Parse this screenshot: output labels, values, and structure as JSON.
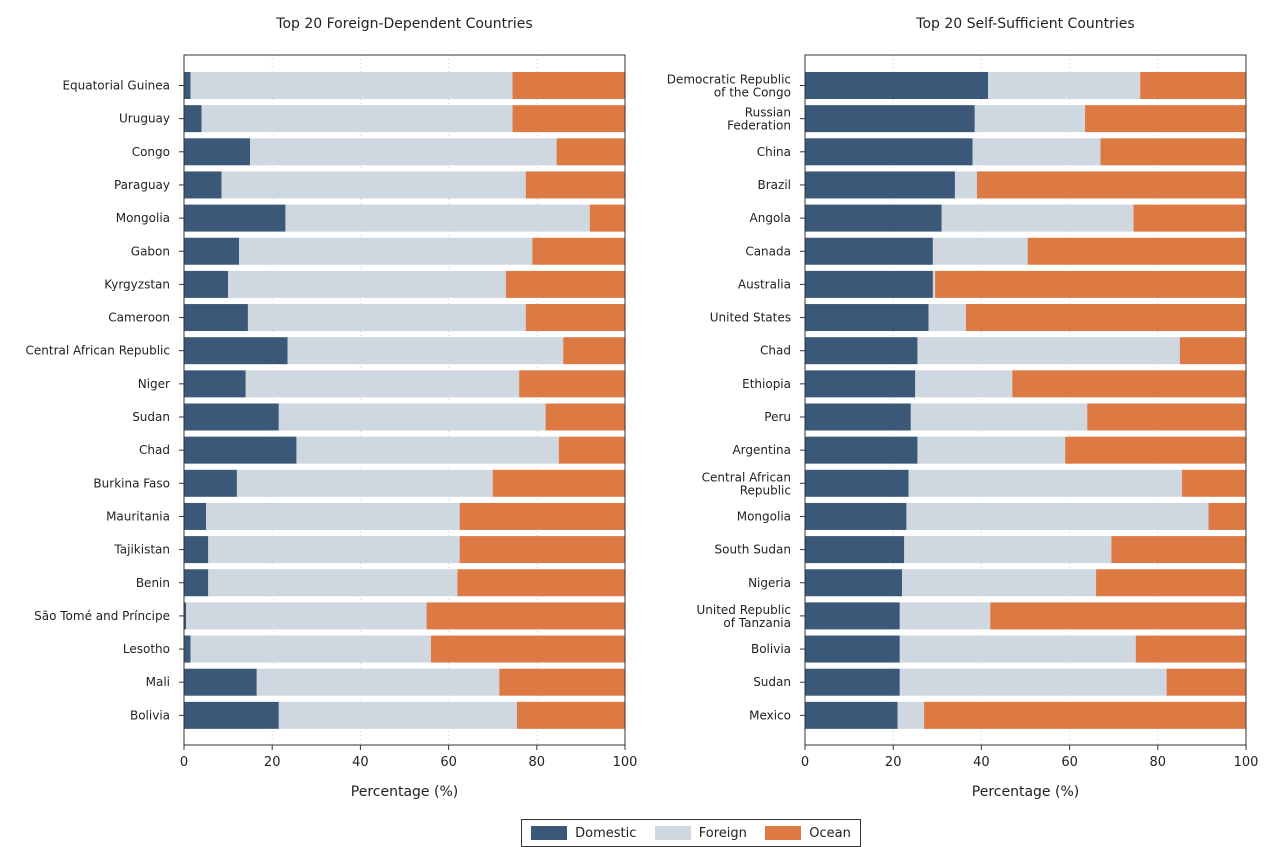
{
  "legend": [
    {
      "label": "Domestic",
      "color": "#3b5878"
    },
    {
      "label": "Foreign",
      "color": "#cfd7e0"
    },
    {
      "label": "Ocean",
      "color": "#dd7943"
    }
  ],
  "chart_data": [
    {
      "type": "bar",
      "orientation": "horizontal",
      "stacked": true,
      "title": "Top 20 Foreign-Dependent Countries",
      "xlabel": "Percentage (%)",
      "ylabel": "",
      "xlim": [
        0,
        100
      ],
      "xticks": [
        0,
        20,
        40,
        60,
        80,
        100
      ],
      "grid": "x-dotted",
      "categories": [
        [
          "Equatorial Guinea"
        ],
        [
          "Uruguay"
        ],
        [
          "Congo"
        ],
        [
          "Paraguay"
        ],
        [
          "Mongolia"
        ],
        [
          "Gabon"
        ],
        [
          "Kyrgyzstan"
        ],
        [
          "Cameroon"
        ],
        [
          "Central African Republic"
        ],
        [
          "Niger"
        ],
        [
          "Sudan"
        ],
        [
          "Chad"
        ],
        [
          "Burkina Faso"
        ],
        [
          "Mauritania"
        ],
        [
          "Tajikistan"
        ],
        [
          "Benin"
        ],
        [
          "São Tomé and Príncipe"
        ],
        [
          "Lesotho"
        ],
        [
          "Mali"
        ],
        [
          "Bolivia"
        ]
      ],
      "series": [
        {
          "name": "Domestic",
          "values": [
            1.5,
            4,
            15,
            8.5,
            23,
            12.5,
            10,
            14.5,
            23.5,
            14,
            21.5,
            25.5,
            12,
            5,
            5.5,
            5.5,
            0.5,
            1.5,
            16.5,
            21.5
          ]
        },
        {
          "name": "Foreign",
          "values": [
            73,
            70.5,
            69.5,
            69,
            69,
            66.5,
            63,
            63,
            62.5,
            62,
            60.5,
            59.5,
            58,
            57.5,
            57,
            56.5,
            54.5,
            54.5,
            55,
            54
          ]
        },
        {
          "name": "Ocean",
          "values": [
            25.5,
            25.5,
            15.5,
            22.5,
            8,
            21,
            27,
            22.5,
            14,
            24,
            18,
            15,
            30,
            37.5,
            37.5,
            38,
            45,
            44,
            28.5,
            24.5
          ]
        }
      ]
    },
    {
      "type": "bar",
      "orientation": "horizontal",
      "stacked": true,
      "title": "Top 20 Self-Sufficient Countries",
      "xlabel": "Percentage (%)",
      "ylabel": "",
      "xlim": [
        0,
        100
      ],
      "xticks": [
        0,
        20,
        40,
        60,
        80,
        100
      ],
      "grid": "x-dotted",
      "categories": [
        [
          "Democratic Republic",
          "of the Congo"
        ],
        [
          "Russian",
          "Federation"
        ],
        [
          "China"
        ],
        [
          "Brazil"
        ],
        [
          "Angola"
        ],
        [
          "Canada"
        ],
        [
          "Australia"
        ],
        [
          "United States"
        ],
        [
          "Chad"
        ],
        [
          "Ethiopia"
        ],
        [
          "Peru"
        ],
        [
          "Argentina"
        ],
        [
          "Central African",
          "Republic"
        ],
        [
          "Mongolia"
        ],
        [
          "South Sudan"
        ],
        [
          "Nigeria"
        ],
        [
          "United Republic",
          "of Tanzania"
        ],
        [
          "Bolivia"
        ],
        [
          "Sudan"
        ],
        [
          "Mexico"
        ]
      ],
      "series": [
        {
          "name": "Domestic",
          "values": [
            41.5,
            38.5,
            38,
            34,
            31,
            29,
            29,
            28,
            25.5,
            25,
            24,
            25.5,
            23.5,
            23,
            22.5,
            22,
            21.5,
            21.5,
            21.5,
            21
          ]
        },
        {
          "name": "Foreign",
          "values": [
            34.5,
            25,
            29,
            5,
            43.5,
            21.5,
            0.5,
            8.5,
            59.5,
            22,
            40,
            33.5,
            62,
            68.5,
            47,
            44,
            20.5,
            53.5,
            60.5,
            6
          ]
        },
        {
          "name": "Ocean",
          "values": [
            24,
            36.5,
            33,
            61,
            25.5,
            49.5,
            70.5,
            63.5,
            15,
            53,
            36,
            41,
            14.5,
            8.5,
            30.5,
            34,
            58,
            25,
            18,
            73
          ]
        }
      ]
    }
  ]
}
